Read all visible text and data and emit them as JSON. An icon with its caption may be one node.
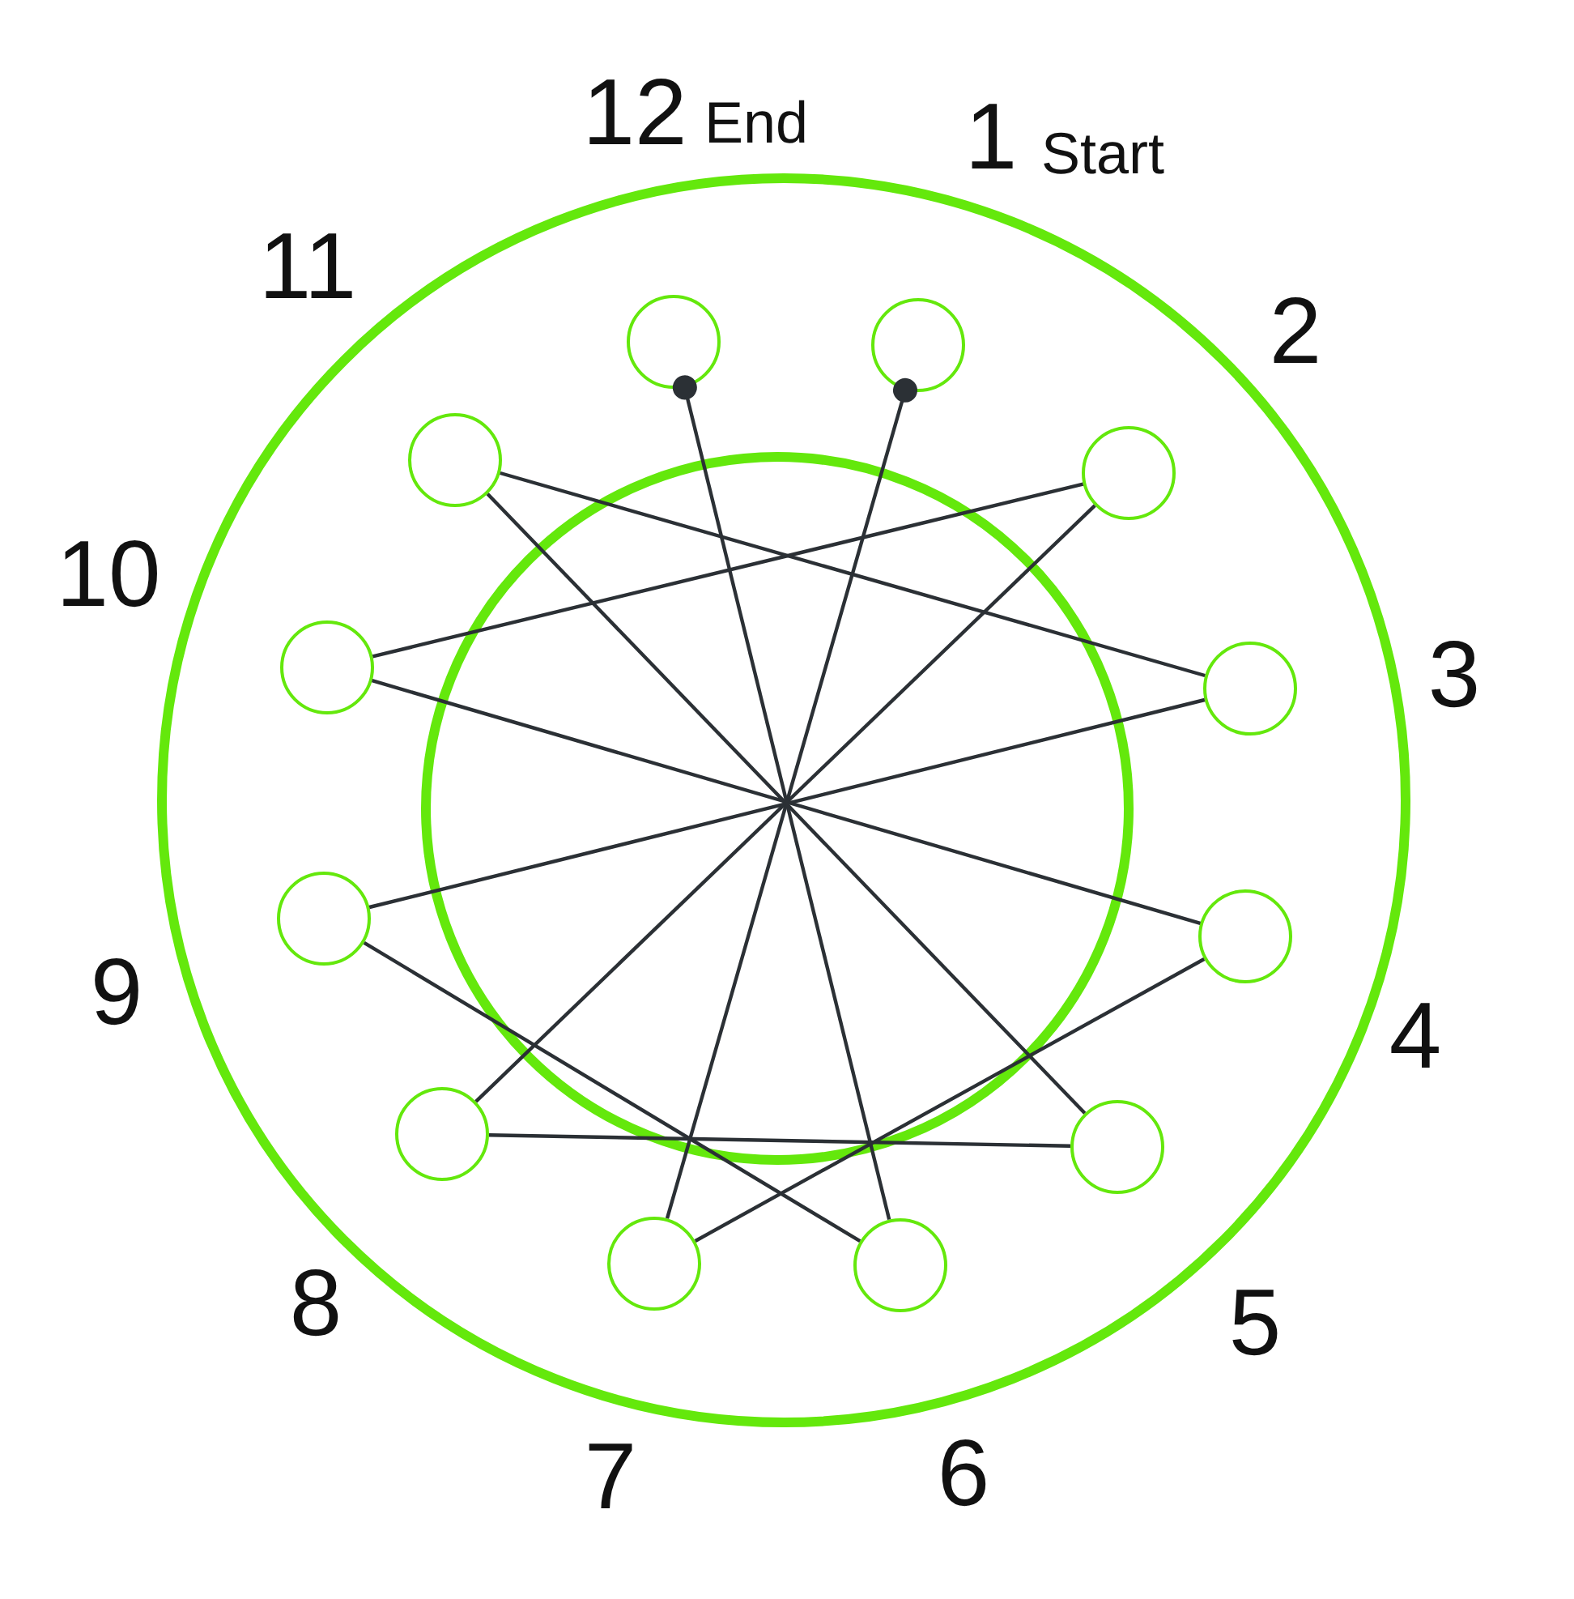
{
  "diagram": {
    "nodes": [
      {
        "text": [],
        "shape": "circle",
        "beside": [
          "12",
          "End"
        ]
      },
      {
        "text": [],
        "shape": "circle",
        "beside": [
          "1",
          "Start"
        ]
      },
      {
        "text": [],
        "shape": "circle",
        "beside": [
          "11"
        ]
      },
      {
        "text": [],
        "shape": "circle",
        "beside": [
          "2"
        ]
      },
      {
        "text": [],
        "shape": "circle",
        "beside": [
          "10"
        ]
      },
      {
        "text": [],
        "shape": "circle",
        "beside": [
          "3"
        ]
      },
      {
        "text": [],
        "shape": "circle",
        "beside": [
          "9"
        ]
      },
      {
        "text": [],
        "shape": "circle",
        "beside": [
          "4"
        ]
      },
      {
        "text": [],
        "shape": "circle",
        "beside": [
          "8"
        ]
      },
      {
        "text": [],
        "shape": "circle",
        "beside": [
          "5"
        ]
      },
      {
        "text": [],
        "shape": "circle",
        "beside": [
          "7"
        ]
      },
      {
        "text": [],
        "shape": "circle",
        "beside": [
          "6"
        ]
      }
    ],
    "edges": [
      {
        "from": 10,
        "to": 1,
        "arrow": "other"
      },
      {
        "from": 10,
        "to": 7,
        "arrow": "none"
      },
      {
        "from": 7,
        "to": 4,
        "arrow": "none"
      },
      {
        "from": 4,
        "to": 3,
        "arrow": "none"
      },
      {
        "from": 3,
        "to": 8,
        "arrow": "none"
      },
      {
        "from": 8,
        "to": 9,
        "arrow": "none"
      },
      {
        "from": 9,
        "to": 2,
        "arrow": "none"
      },
      {
        "from": 2,
        "to": 5,
        "arrow": "none"
      },
      {
        "from": 5,
        "to": 6,
        "arrow": "none"
      },
      {
        "from": 6,
        "to": 11,
        "arrow": "none"
      },
      {
        "from": 11,
        "to": 0,
        "arrow": "other"
      }
    ]
  }
}
